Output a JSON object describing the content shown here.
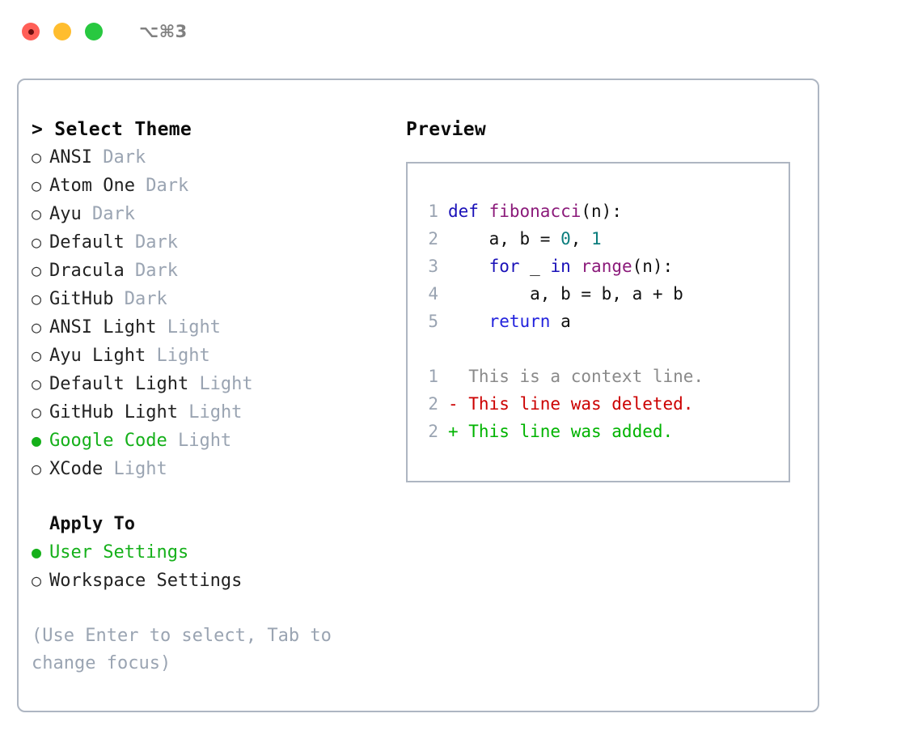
{
  "titlebar": {
    "shortcut": "⌥⌘3",
    "buttons": [
      {
        "name": "close",
        "color": "#ff5f57"
      },
      {
        "name": "minimize",
        "color": "#ffbd2e"
      },
      {
        "name": "maximize",
        "color": "#28c840"
      }
    ]
  },
  "theme_picker": {
    "prompt": "> Select Theme",
    "selected_bullet": "●",
    "unselected_bullet": "○",
    "themes": [
      {
        "name": "ANSI",
        "kind": "Dark",
        "selected": false
      },
      {
        "name": "Atom One",
        "kind": "Dark",
        "selected": false
      },
      {
        "name": "Ayu",
        "kind": "Dark",
        "selected": false
      },
      {
        "name": "Default",
        "kind": "Dark",
        "selected": false
      },
      {
        "name": "Dracula",
        "kind": "Dark",
        "selected": false
      },
      {
        "name": "GitHub",
        "kind": "Dark",
        "selected": false
      },
      {
        "name": "ANSI Light",
        "kind": "Light",
        "selected": false
      },
      {
        "name": "Ayu Light",
        "kind": "Light",
        "selected": false
      },
      {
        "name": "Default Light",
        "kind": "Light",
        "selected": false
      },
      {
        "name": "GitHub Light",
        "kind": "Light",
        "selected": false
      },
      {
        "name": "Google Code",
        "kind": "Light",
        "selected": true
      },
      {
        "name": "XCode",
        "kind": "Light",
        "selected": false
      }
    ]
  },
  "apply_to": {
    "header": "Apply To",
    "options": [
      {
        "name": "User Settings",
        "selected": true
      },
      {
        "name": "Workspace Settings",
        "selected": false
      }
    ]
  },
  "hint": "(Use Enter to select, Tab to\nchange focus)",
  "preview": {
    "header": "Preview",
    "code_lines": [
      {
        "ln": "1",
        "tokens": [
          {
            "t": "def",
            "c": "kw"
          },
          {
            "t": " ",
            "c": "plain"
          },
          {
            "t": "fibonacci",
            "c": "fn"
          },
          {
            "t": "(n):",
            "c": "plain"
          }
        ]
      },
      {
        "ln": "2",
        "tokens": [
          {
            "t": "    a, b = ",
            "c": "plain"
          },
          {
            "t": "0",
            "c": "num"
          },
          {
            "t": ", ",
            "c": "plain"
          },
          {
            "t": "1",
            "c": "num"
          }
        ]
      },
      {
        "ln": "3",
        "tokens": [
          {
            "t": "    ",
            "c": "plain"
          },
          {
            "t": "for",
            "c": "kw"
          },
          {
            "t": " _ ",
            "c": "plain"
          },
          {
            "t": "in",
            "c": "kw"
          },
          {
            "t": " ",
            "c": "plain"
          },
          {
            "t": "range",
            "c": "fn"
          },
          {
            "t": "(n):",
            "c": "plain"
          }
        ]
      },
      {
        "ln": "4",
        "tokens": [
          {
            "t": "        a, b = b, a + b",
            "c": "plain"
          }
        ]
      },
      {
        "ln": "5",
        "tokens": [
          {
            "t": "    ",
            "c": "plain"
          },
          {
            "t": "return",
            "c": "kw2"
          },
          {
            "t": " a",
            "c": "plain"
          }
        ]
      }
    ],
    "diff_lines": [
      {
        "ln": "1",
        "tokens": [
          {
            "t": "  This is a context line.",
            "c": "ctx"
          }
        ]
      },
      {
        "ln": "2",
        "tokens": [
          {
            "t": "- This line was deleted.",
            "c": "del"
          }
        ]
      },
      {
        "ln": "2",
        "tokens": [
          {
            "t": "+ This line was added.",
            "c": "add"
          }
        ]
      }
    ]
  },
  "colors": {
    "accent_green": "#15b01a",
    "border": "#aeb6c2",
    "muted": "#9aa4b2",
    "keyword": "#1a11b8",
    "function": "#8b1a7a",
    "number": "#0b7d7d",
    "diff_deleted": "#cc0000",
    "diff_added": "#00b300",
    "diff_context": "#8a8a8a"
  }
}
